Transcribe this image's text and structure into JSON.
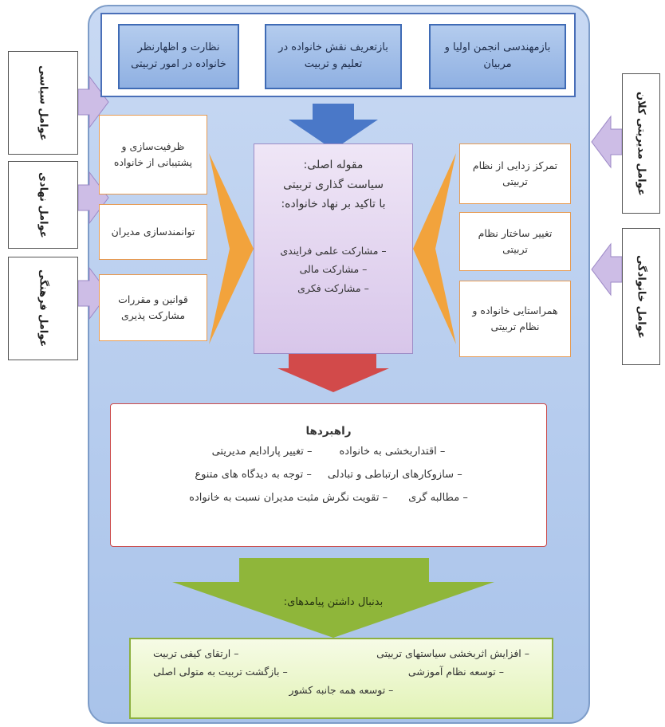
{
  "top_boxes": [
    "بازمهندسی انجمن اولیا و مربیان",
    "بازتعریف نقش خانواده در تعلیم و تربیت",
    "نظارت و اظهارنظر خانواده در امور تربیتی"
  ],
  "left_factors": [
    "عوامل سیاسی",
    "عوامل نهادی",
    "عوامل فرهنگی"
  ],
  "right_factors": [
    "عوامل مدیریتی کلان",
    "عوامل خانوادگی"
  ],
  "left_boxes": [
    "ظرفیت‌سازی و پشتیبانی از خانواده",
    "توانمندسازی مدیران",
    "قوانین و مقررات مشارکت پذیری"
  ],
  "right_boxes": [
    "تمرکز زدایی از نظام تربیتی",
    "تغییر ساختار نظام تربیتی",
    "همراستایی خانواده و نظام تربیتی"
  ],
  "center": {
    "title_line1": "مقوله اصلی:",
    "title_line2": "سیاست گذاری تربیتی",
    "title_line3": "با تاکید بر نهاد خانواده:",
    "items": [
      "– مشارکت علمی فرایندی",
      "– مشارکت مالی",
      "– مشارکت فکری"
    ]
  },
  "strategies": {
    "title": "راهبردها",
    "row1": [
      "– اقتداربخشی به خانواده",
      "– تغییر پارادایم مدیریتی"
    ],
    "row2": [
      "– سازوکارهای ارتباطی و تبادلی",
      "– توجه به دیدگاه های متنوع"
    ],
    "row3": [
      "– مطالبه گری",
      "– تقویت نگرش مثبت مدیران نسبت به خانواده"
    ]
  },
  "outcomes": {
    "title": "بدنبال داشتن پیامدهای:",
    "row1": [
      "– افزایش اثربخشی سیاستهای تربیتی",
      "– ارتقای کیفی تربیت"
    ],
    "row2": [
      "– توسعه نظام آموزشی",
      "– بازگشت تربیت به متولی اصلی"
    ],
    "row3": [
      "– توسعه همه جانبه کشور"
    ]
  },
  "colors": {
    "panel": "#b7ccee",
    "top_boxes": "#9fbbe7",
    "blue_arrow": "#4a78c8",
    "orange_arrow": "#f2a33c",
    "red_arrow": "#d24a4a",
    "green_arrow": "#8fb63a",
    "purple_arrow": "#cdbde6",
    "center_box": "#e4d6f0",
    "outcome_box": "#e8f5c8"
  }
}
